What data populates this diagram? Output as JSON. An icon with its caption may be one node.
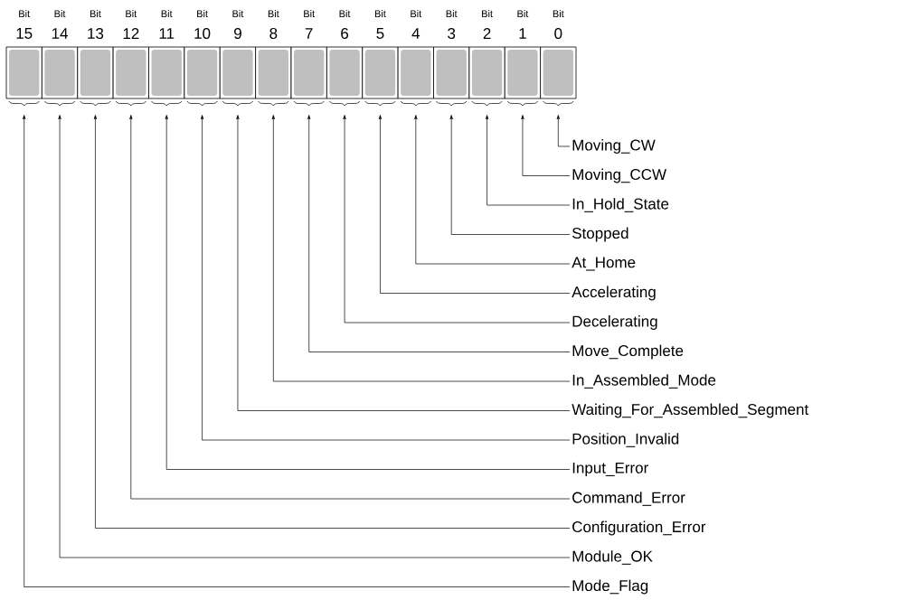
{
  "diagram": {
    "nodes": [
      {
        "text": [
          "Bit",
          "15"
        ]
      },
      {
        "text": [
          "Bit",
          "14"
        ]
      },
      {
        "text": [
          "Bit",
          "13"
        ]
      },
      {
        "text": [
          "Bit",
          "12"
        ]
      },
      {
        "text": [
          "Bit",
          "11"
        ]
      },
      {
        "text": [
          "Bit",
          "10"
        ]
      },
      {
        "text": [
          "Bit",
          "9"
        ]
      },
      {
        "text": [
          "Bit",
          "8"
        ]
      },
      {
        "text": [
          "Bit",
          "7"
        ]
      },
      {
        "text": [
          "Bit",
          "6"
        ]
      },
      {
        "text": [
          "Bit",
          "5"
        ]
      },
      {
        "text": [
          "Bit",
          "4"
        ]
      },
      {
        "text": [
          "Bit",
          "3"
        ]
      },
      {
        "text": [
          "Bit",
          "2"
        ]
      },
      {
        "text": [
          "Bit",
          "1"
        ]
      },
      {
        "text": [
          "Bit",
          "0"
        ]
      },
      {
        "text": [
          "Moving_CW"
        ]
      },
      {
        "text": [
          "Moving_CCW"
        ]
      },
      {
        "text": [
          "In_Hold_State"
        ]
      },
      {
        "text": [
          "Stopped"
        ]
      },
      {
        "text": [
          "At_Home"
        ]
      },
      {
        "text": [
          "Accelerating"
        ]
      },
      {
        "text": [
          "Decelerating"
        ]
      },
      {
        "text": [
          "Move_Complete"
        ]
      },
      {
        "text": [
          "In_Assembled_Mode"
        ]
      },
      {
        "text": [
          "Waiting_For_Assembled_Segment"
        ]
      },
      {
        "text": [
          "Position_Invalid"
        ]
      },
      {
        "text": [
          "Input_Error"
        ]
      },
      {
        "text": [
          "Command_Error"
        ]
      },
      {
        "text": [
          "Configuration_Error"
        ]
      },
      {
        "text": [
          "Module_OK"
        ]
      },
      {
        "text": [
          "Mode_Flag"
        ]
      }
    ],
    "edges": [
      {
        "from": 16,
        "to": 15,
        "arrow": "to"
      },
      {
        "from": 17,
        "to": 14,
        "arrow": "to"
      },
      {
        "from": 18,
        "to": 13,
        "arrow": "to"
      },
      {
        "from": 19,
        "to": 12,
        "arrow": "to"
      },
      {
        "from": 20,
        "to": 11,
        "arrow": "to"
      },
      {
        "from": 21,
        "to": 10,
        "arrow": "to"
      },
      {
        "from": 22,
        "to": 9,
        "arrow": "to"
      },
      {
        "from": 23,
        "to": 8,
        "arrow": "to"
      },
      {
        "from": 24,
        "to": 7,
        "arrow": "to"
      },
      {
        "from": 25,
        "to": 6,
        "arrow": "to"
      },
      {
        "from": 26,
        "to": 5,
        "arrow": "to"
      },
      {
        "from": 27,
        "to": 4,
        "arrow": "to"
      },
      {
        "from": 28,
        "to": 3,
        "arrow": "to"
      },
      {
        "from": 29,
        "to": 2,
        "arrow": "to"
      },
      {
        "from": 30,
        "to": 1,
        "arrow": "to"
      },
      {
        "from": 31,
        "to": 0,
        "arrow": "to"
      }
    ]
  }
}
